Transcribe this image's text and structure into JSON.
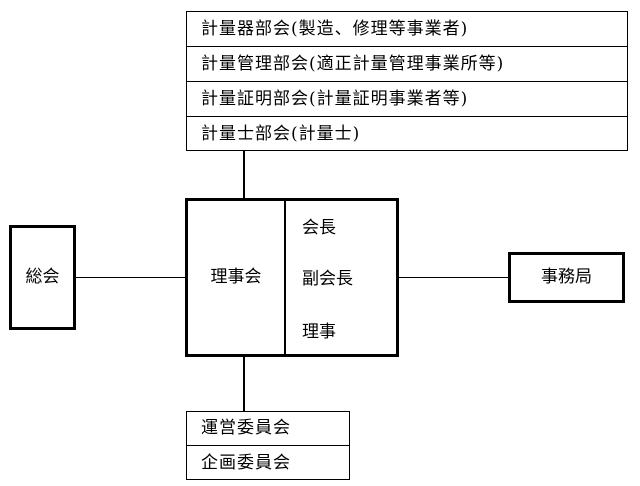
{
  "top_committees": [
    "計量器部会(製造、修理等事業者)",
    "計量管理部会(適正計量管理事業所等)",
    "計量証明部会(計量証明事業者等)",
    "計量士部会(計量士)"
  ],
  "general_assembly": "総会",
  "board": {
    "label": "理事会",
    "roles": [
      "会長",
      "副会長",
      "理事"
    ]
  },
  "secretariat": "事務局",
  "bottom_committees": [
    "運営委員会",
    "企画委員会"
  ]
}
